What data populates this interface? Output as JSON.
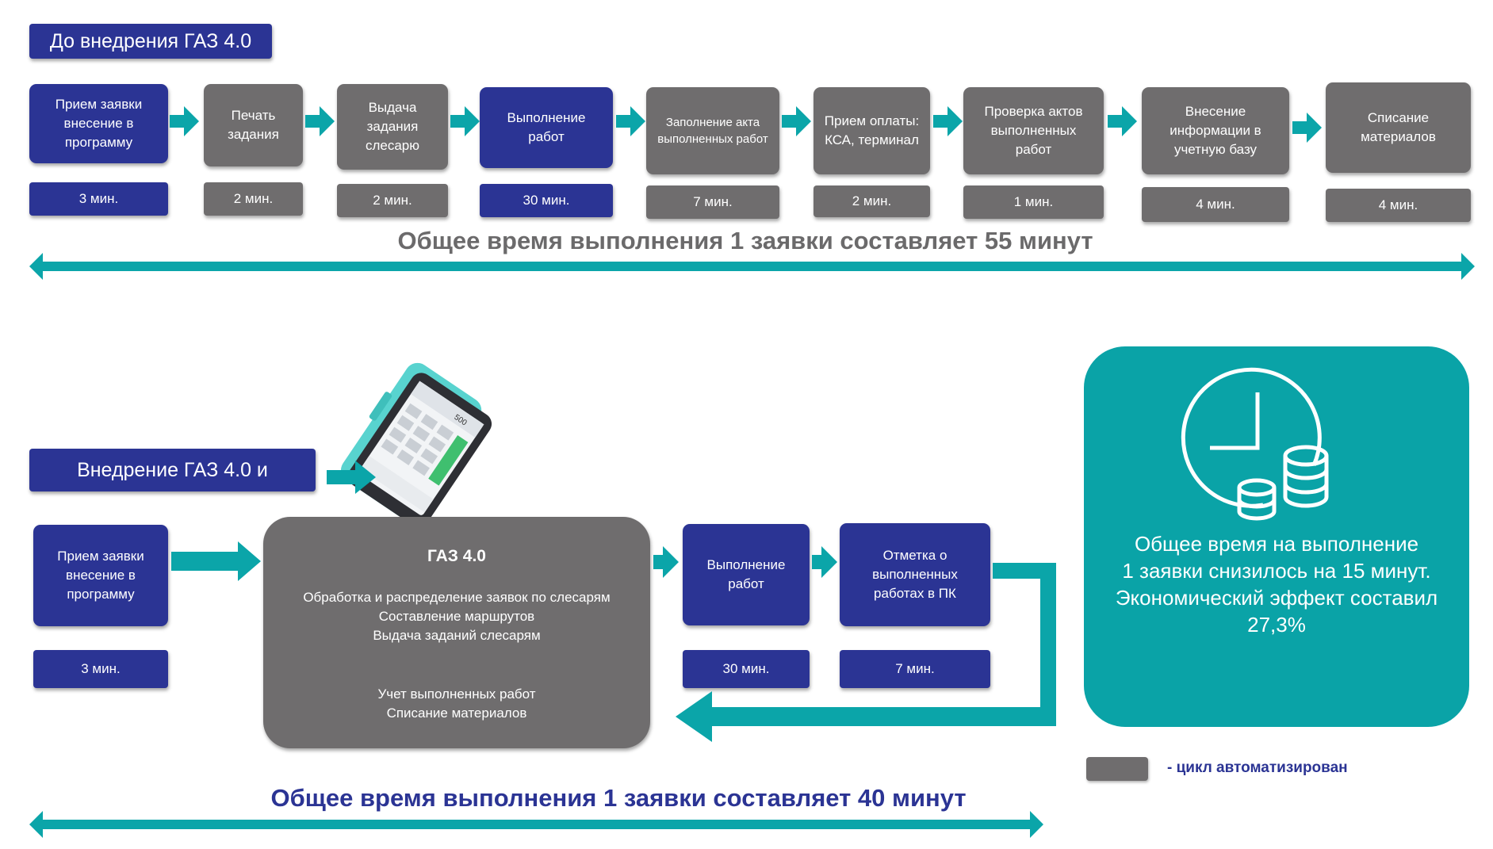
{
  "colors": {
    "navy": "#2b3494",
    "grey": "#6f6d6e",
    "teal": "#0ba5a9",
    "summary_bg": "#0aa3a7",
    "title_grey": "#6b6a6b",
    "title_navy": "#2b3494"
  },
  "before": {
    "header": "До внедрения ГАЗ 4.0",
    "steps": [
      {
        "label": "Прием заявки внесение в программу",
        "time": "3 мин.",
        "kind": "navy"
      },
      {
        "label": "Печать задания",
        "time": "2 мин.",
        "kind": "grey"
      },
      {
        "label": "Выдача задания слесарю",
        "time": "2 мин.",
        "kind": "grey"
      },
      {
        "label": "Выполнение работ",
        "time": "30 мин.",
        "kind": "navy"
      },
      {
        "label": "Заполнение акта выполненных работ",
        "time": "7 мин.",
        "kind": "grey"
      },
      {
        "label": "Прием оплаты: КСА, терминал",
        "time": "2 мин.",
        "kind": "grey"
      },
      {
        "label": "Проверка актов выполненных работ",
        "time": "1 мин.",
        "kind": "grey"
      },
      {
        "label": "Внесение информации в учетную базу",
        "time": "4 мин.",
        "kind": "grey"
      },
      {
        "label": "Списание материалов",
        "time": "4 мин.",
        "kind": "grey"
      }
    ],
    "total": "Общее время выполнения 1 заявки составляет 55 минут"
  },
  "after": {
    "header": "Внедрение ГАЗ 4.0 и",
    "step1": {
      "label": "Прием заявки внесение в программу",
      "time": "3 мин."
    },
    "gaz": {
      "title": "ГАЗ 4.0",
      "lines": [
        "Обработка и распределение заявок по слесарям",
        "Составление маршрутов",
        "Выдача заданий слесарям",
        "Учет выполненных работ",
        "Списание материалов"
      ]
    },
    "step3": {
      "label": "Выполнение работ",
      "time": "30 мин."
    },
    "step4": {
      "label": "Отметка о выполненных работах в ПК",
      "time": "7 мин."
    },
    "total": "Общее время выполнения 1 заявки составляет 40 минут"
  },
  "summary": {
    "icons": [
      "clock-icon",
      "coins-icon"
    ],
    "lines": [
      "Общее время на выполнение",
      "1 заявки снизилось на 15 минут.",
      "Экономический эффект составил",
      "27,3%"
    ]
  },
  "legend": {
    "text": "- цикл автоматизирован"
  },
  "terminal": {
    "screen_amount": "500"
  }
}
